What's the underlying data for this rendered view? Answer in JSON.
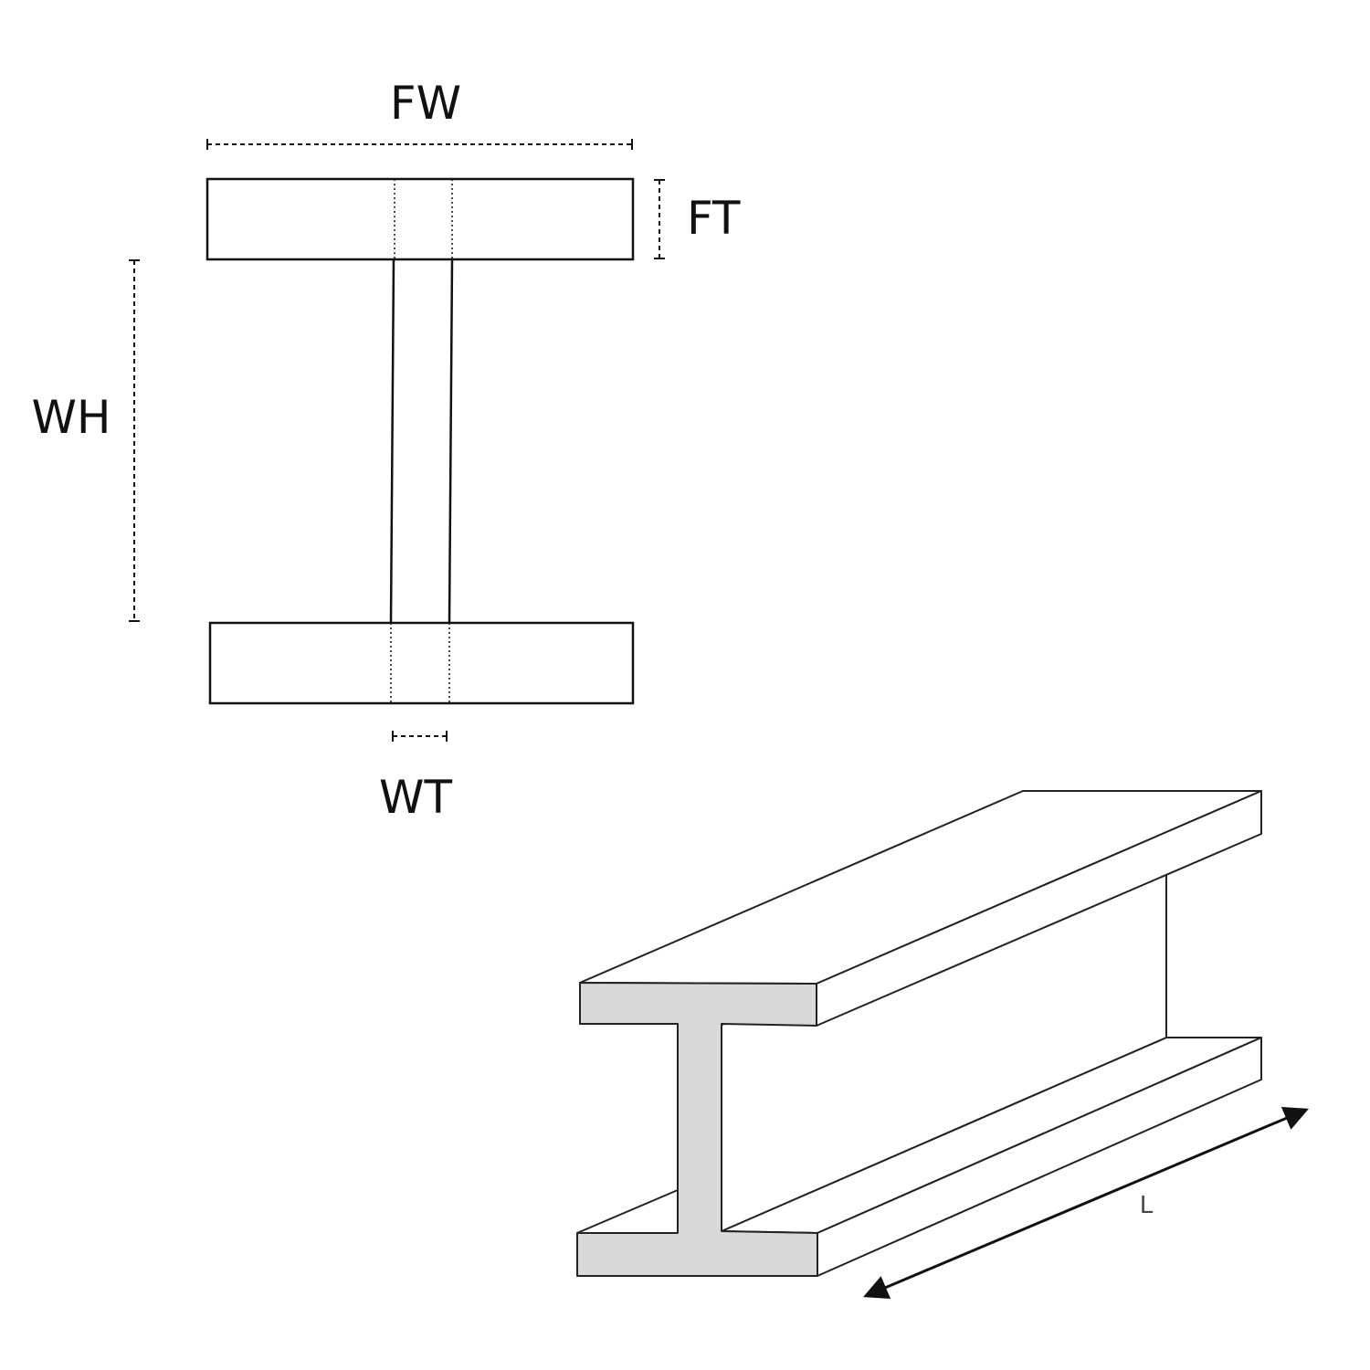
{
  "cross_section": {
    "labels": {
      "flange_width": "FW",
      "flange_thickness": "FT",
      "web_height": "WH",
      "web_thickness": "WT"
    }
  },
  "isometric_beam": {
    "labels": {
      "length": "L"
    },
    "colors": {
      "cross_section_fill": "#d9d9d9",
      "outline": "#222222"
    }
  }
}
